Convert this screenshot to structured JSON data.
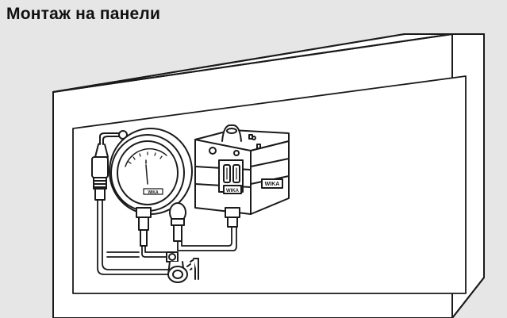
{
  "header": {
    "title": "Монтаж на панели"
  },
  "labels": {
    "brand_switch": "WIKA",
    "brand_small": "WIKA",
    "brand_gauge": "WIKA"
  },
  "colors": {
    "background": "#e6e6e6",
    "line": "#1a1a1a",
    "fill": "#ffffff"
  }
}
